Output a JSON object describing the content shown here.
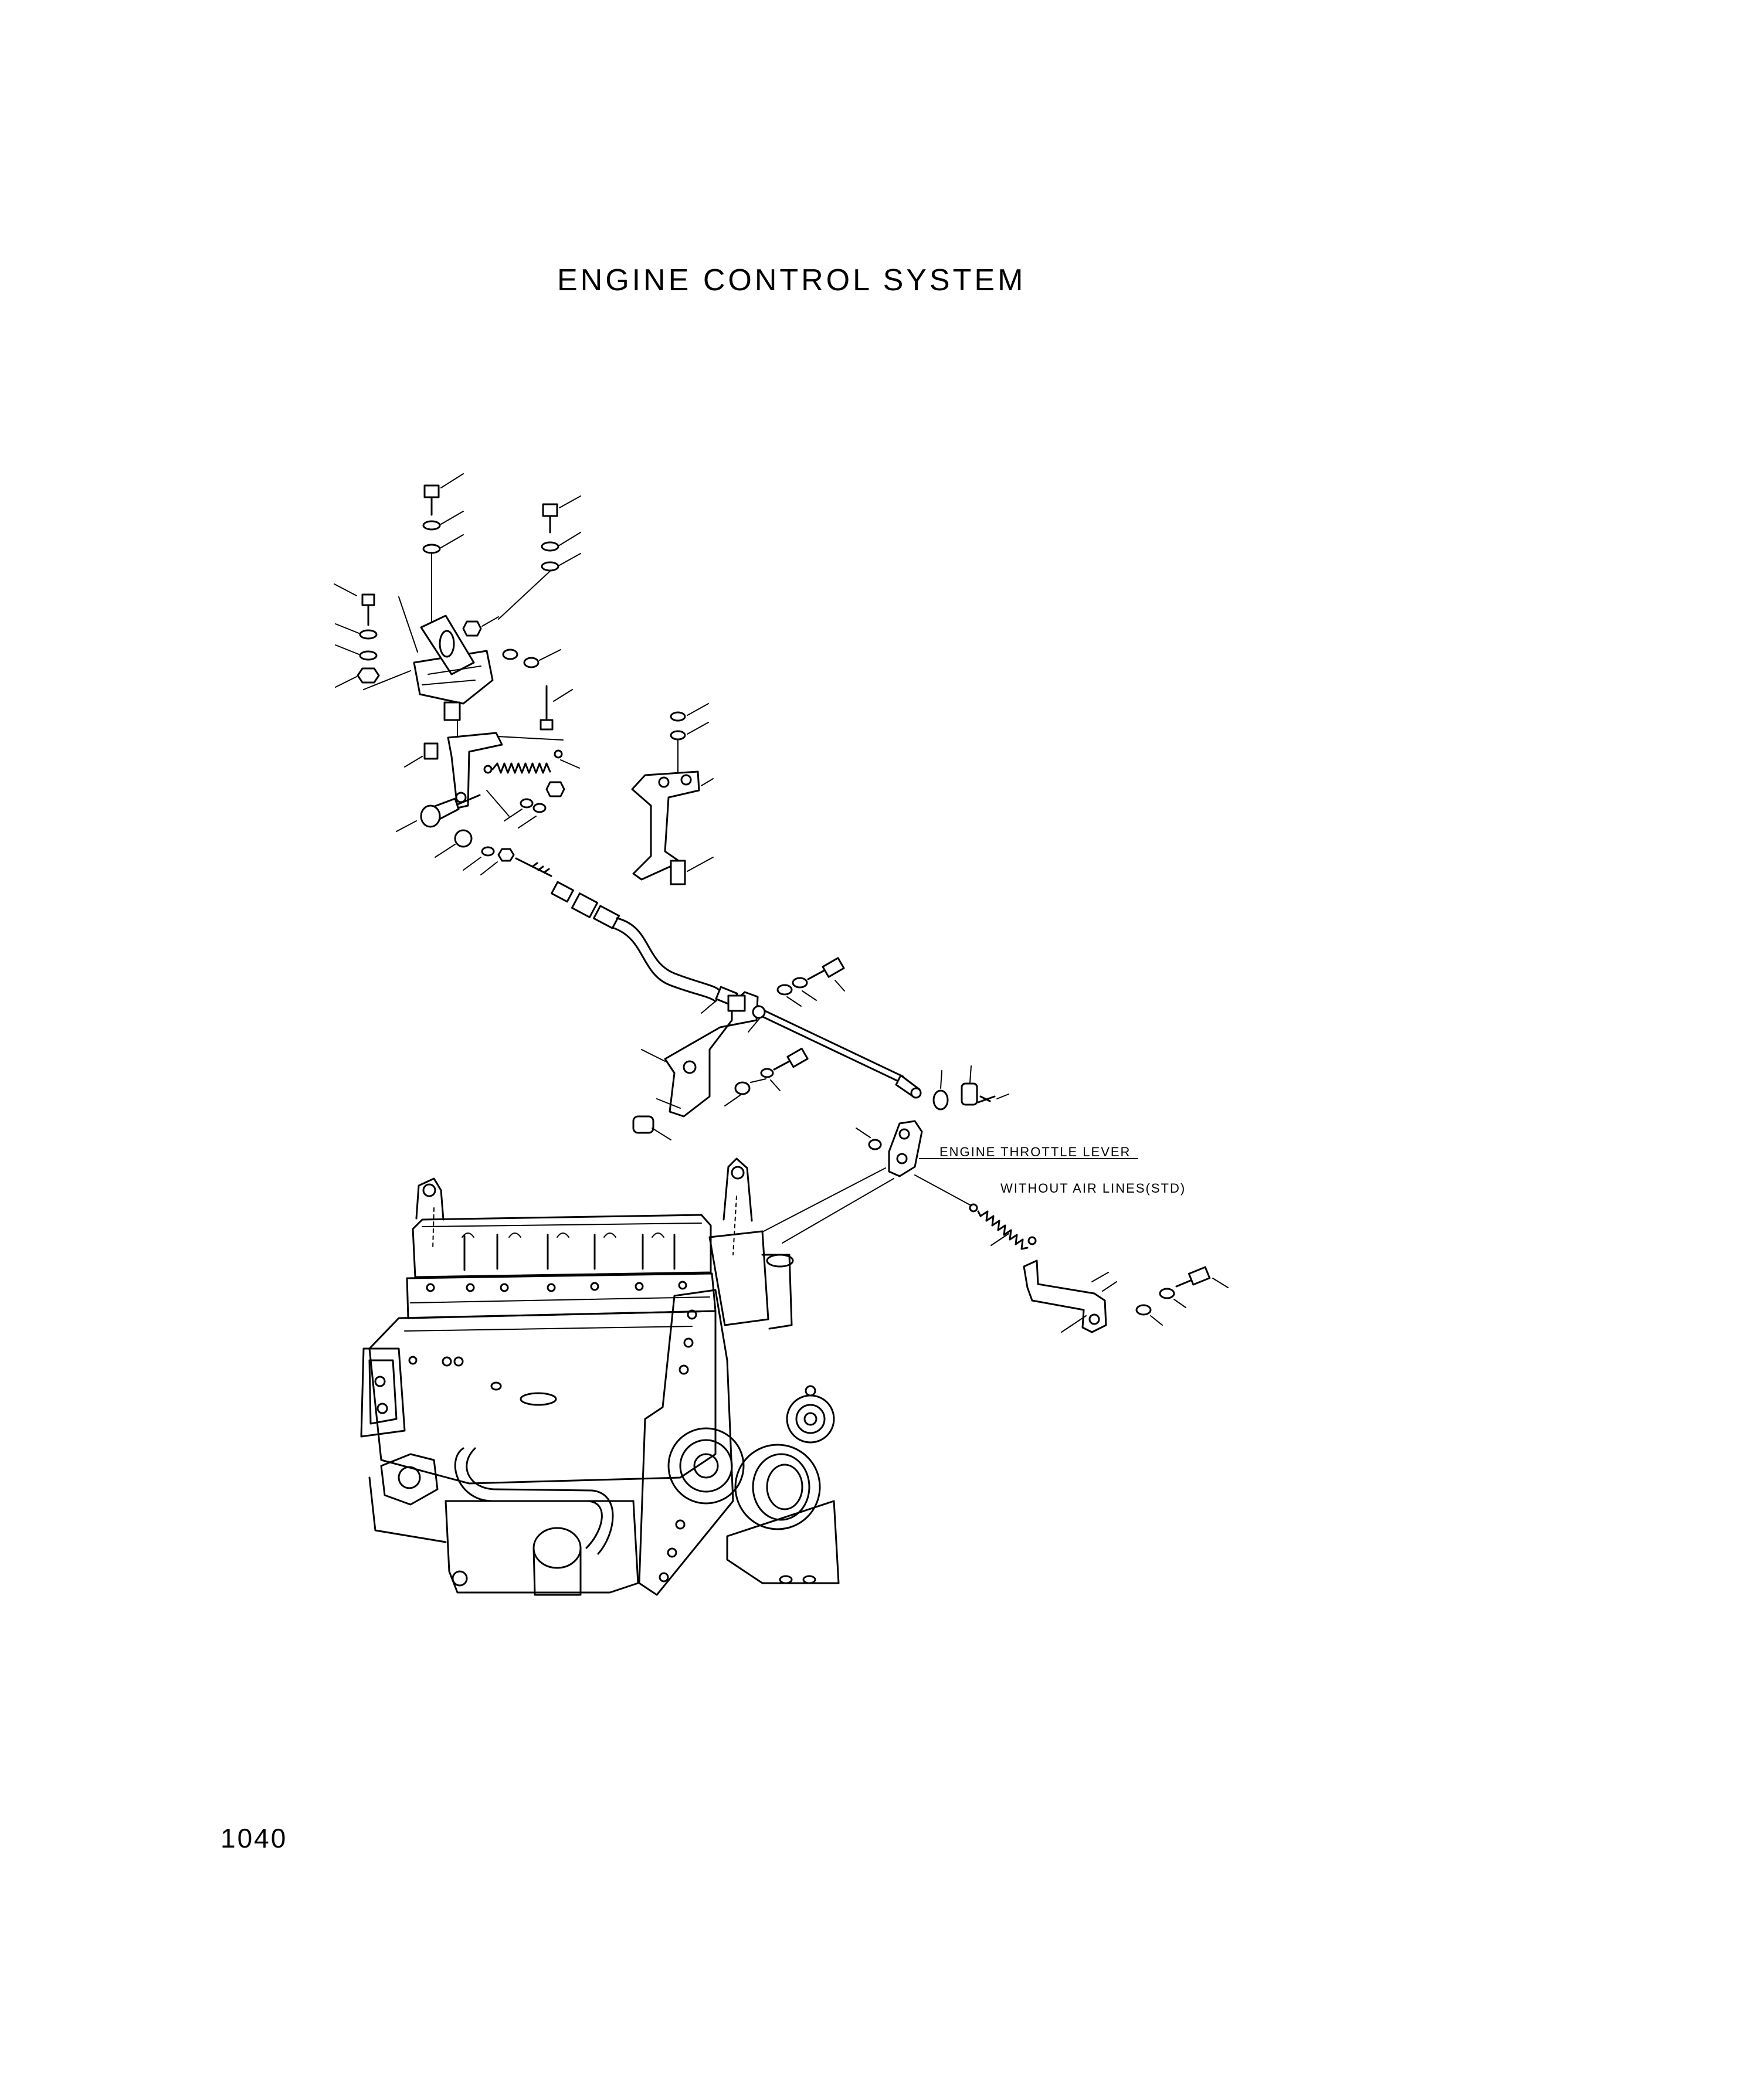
{
  "header": {
    "title": "ENGINE CONTROL SYSTEM"
  },
  "callouts": {
    "throttle_lever": "ENGINE THROTTLE LEVER",
    "without_air_lines": "WITHOUT AIR LINES(STD)"
  },
  "footer": {
    "page_number": "1040"
  }
}
